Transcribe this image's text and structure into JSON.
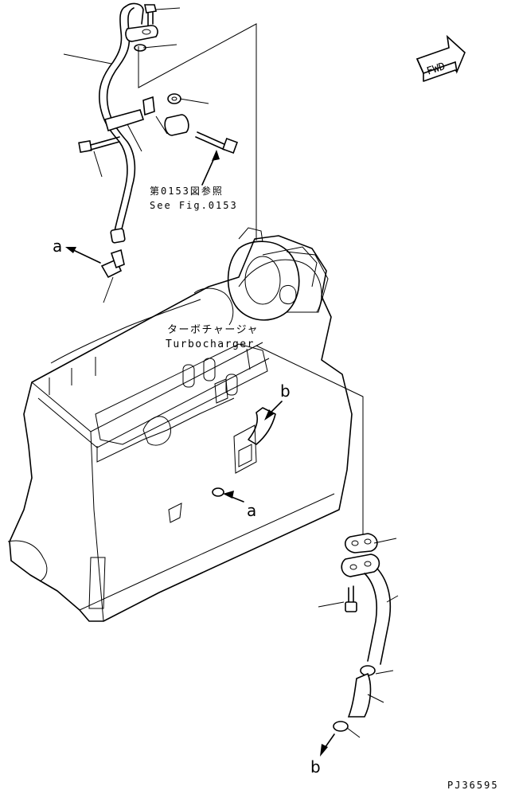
{
  "labels": {
    "see_fig_jp": "第0153図参照",
    "see_fig_en": "See Fig.0153",
    "turbo_jp": "ターボチャージャ",
    "turbo_en": "Turbocharger",
    "fwd": "FWD",
    "ref_a_top": "a",
    "ref_a_bottom": "a",
    "ref_b_top": "b",
    "ref_b_bottom": "b",
    "drawing_number": "PJ36595"
  }
}
